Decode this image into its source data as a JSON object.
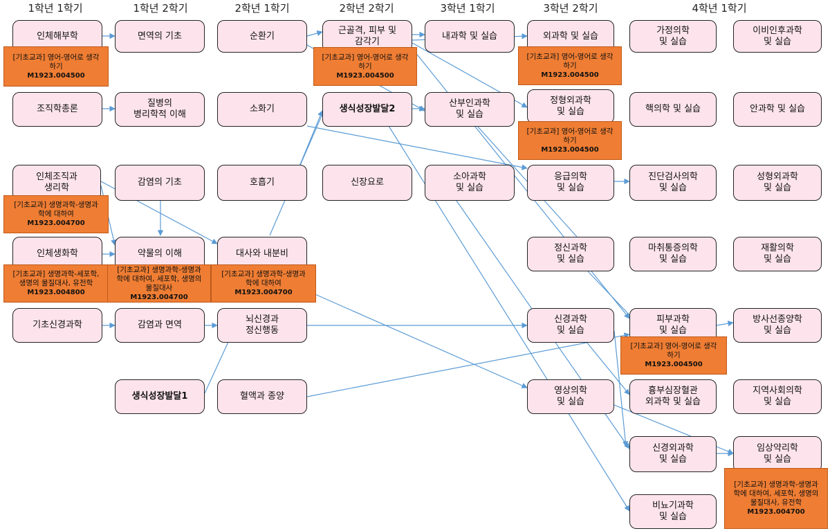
{
  "headers": [
    {
      "id": "h1",
      "text": "1학년 1학기"
    },
    {
      "id": "h2",
      "text": "1학년 2학기"
    },
    {
      "id": "h3",
      "text": "2학년 1학기"
    },
    {
      "id": "h4",
      "text": "2학년 2학기"
    },
    {
      "id": "h5",
      "text": "3학년 1학기"
    },
    {
      "id": "h6",
      "text": "3학년 2학기"
    },
    {
      "id": "h7",
      "text": "4학년 1학기"
    }
  ],
  "courses": [
    {
      "id": "c1",
      "label": "인체해부학"
    },
    {
      "id": "c2",
      "label": "조직학총론"
    },
    {
      "id": "c3",
      "label": "인체조직과\n생리학"
    },
    {
      "id": "c4",
      "label": "인체생화학"
    },
    {
      "id": "c5",
      "label": "기초신경과학"
    },
    {
      "id": "c6",
      "label": "면역의 기초"
    },
    {
      "id": "c7",
      "label": "질병의\n병리학적 이해"
    },
    {
      "id": "c8",
      "label": "감염의 기초"
    },
    {
      "id": "c9",
      "label": "약물의 이해"
    },
    {
      "id": "c10",
      "label": "감염과 면역"
    },
    {
      "id": "c11",
      "label": "생식성장발달1"
    },
    {
      "id": "c12",
      "label": "순환기"
    },
    {
      "id": "c13",
      "label": "소화기"
    },
    {
      "id": "c14",
      "label": "호흡기"
    },
    {
      "id": "c15",
      "label": "대사와 내분비"
    },
    {
      "id": "c16",
      "label": "뇌신경과\n정신행동"
    },
    {
      "id": "c17",
      "label": "혈액과 종양"
    },
    {
      "id": "c18",
      "label": "근골격, 피부 및\n감각기"
    },
    {
      "id": "c19",
      "label": "생식성장발달2"
    },
    {
      "id": "c20",
      "label": "신장요로"
    },
    {
      "id": "c21",
      "label": "내과학 및 실습"
    },
    {
      "id": "c22",
      "label": "산부인과학\n및 실습"
    },
    {
      "id": "c23",
      "label": "소아과학\n및 실습"
    },
    {
      "id": "c24",
      "label": "외과학 및 실습"
    },
    {
      "id": "c25",
      "label": "정형외과학\n및 실습"
    },
    {
      "id": "c26",
      "label": "응급의학\n및 실습"
    },
    {
      "id": "c27",
      "label": "정신과학\n및 실습"
    },
    {
      "id": "c28",
      "label": "신경과학\n및 실습"
    },
    {
      "id": "c29",
      "label": "영상의학\n및 실습"
    },
    {
      "id": "c30",
      "label": "가정의학\n및 실습"
    },
    {
      "id": "c31",
      "label": "핵의학 및 실습"
    },
    {
      "id": "c32",
      "label": "진단검사의학\n및 실습"
    },
    {
      "id": "c33",
      "label": "마취통증의학\n및 실습"
    },
    {
      "id": "c34",
      "label": "피부과학\n및 실습"
    },
    {
      "id": "c35",
      "label": "흉부심장혈관\n외과학 및 실습"
    },
    {
      "id": "c36",
      "label": "신경외과학\n및 실습"
    },
    {
      "id": "c37",
      "label": "비뇨기과학\n및 실습"
    },
    {
      "id": "c38",
      "label": "이비인후과학\n및 실습"
    },
    {
      "id": "c39",
      "label": "안과학 및 실습"
    },
    {
      "id": "c40",
      "label": "성형외과학\n및 실습"
    },
    {
      "id": "c41",
      "label": "재활의학\n및 실습"
    },
    {
      "id": "c42",
      "label": "방사선종양학\n및 실습"
    },
    {
      "id": "c43",
      "label": "지역사회의학\n및 실습"
    },
    {
      "id": "c44",
      "label": "임상약리학\n및 실습"
    }
  ],
  "notes": [
    {
      "id": "n1",
      "text": "[기초교과] 영어-영어로 생각\n하기",
      "code": "M1923.004500"
    },
    {
      "id": "n2",
      "text": "[기초교과] 생명과학-생명과\n학에 대하여",
      "code": "M1923.004700"
    },
    {
      "id": "n3",
      "text": "[기초교과] 생명과학-세포학,\n생명의 물질대사, 유전학",
      "code": "M1923.004800"
    },
    {
      "id": "n4",
      "text": "[기초교과] 생명과학-생명과\n학에 대하여, 세포학, 생명의\n물질대사",
      "code": "M1923.004700"
    },
    {
      "id": "n5",
      "text": "[기초교과] 생명과학-생명과\n학에 대하여",
      "code": "M1923.004700"
    },
    {
      "id": "n6",
      "text": "[기초교과] 영어-영어로 생각\n하기",
      "code": "M1923.004500"
    },
    {
      "id": "n7",
      "text": "[기초교과] 영어-영어로 생각\n하기",
      "code": "M1923.004500"
    },
    {
      "id": "n8",
      "text": "[기초교과] 영어-영어로 생각\n하기",
      "code": "M1923.004500"
    },
    {
      "id": "n9",
      "text": "[기초교과] 영어-영어로 생각\n하기",
      "code": "M1923.004500"
    },
    {
      "id": "n10",
      "text": "[기초교과] 생명과학-생명과\n학에 대하여, 세포학, 생명의\n물질대사, 유전학",
      "code": "M1923.004700"
    }
  ],
  "colors": {
    "box_fill": "#fde4ec",
    "box_border": "#222222",
    "note_fill": "#ef7d33",
    "arrow": "#5b9bd5"
  }
}
